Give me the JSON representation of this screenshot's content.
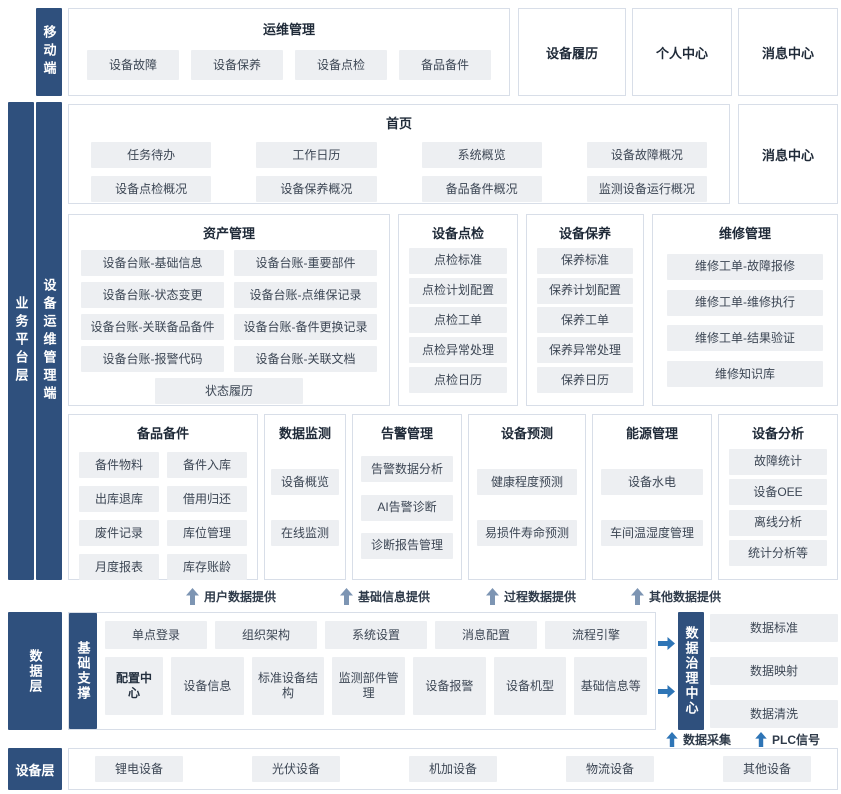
{
  "colors": {
    "navy": "#2f507d",
    "accent_blue": "#2e75b6",
    "flow_arrow": "#7d95b3",
    "button_bg": "#edeff2"
  },
  "side_labels": {
    "mobile": "移动端",
    "business_platform": "业务平台层",
    "ops_client": "设备运维管理端",
    "data_layer": "数据层",
    "base_support": "基础支撑",
    "data_governance": "数据治理中心",
    "device_layer": "设备层"
  },
  "mobile_section": {
    "ops_group_title": "运维管理",
    "ops_items": [
      "设备故障",
      "设备保养",
      "设备点检",
      "备品备件"
    ],
    "standalone": [
      "设备履历",
      "个人中心",
      "消息中心"
    ]
  },
  "home_section": {
    "title": "首页",
    "items": [
      "任务待办",
      "工作日历",
      "系统概览",
      "设备故障概况",
      "设备点检概况",
      "设备保养概况",
      "备品备件概况",
      "监测设备运行概况"
    ],
    "message_center": "消息中心"
  },
  "asset": {
    "title": "资产管理",
    "items": [
      "设备台账-基础信息",
      "设备台账-重要部件",
      "设备台账-状态变更",
      "设备台账-点维保记录",
      "设备台账-关联备品备件",
      "设备台账-备件更换记录",
      "设备台账-报警代码",
      "设备台账-关联文档"
    ],
    "footer": "状态履历"
  },
  "inspection": {
    "title": "设备点检",
    "items": [
      "点检标准",
      "点检计划配置",
      "点检工单",
      "点检异常处理",
      "点检日历"
    ]
  },
  "maintenance": {
    "title": "设备保养",
    "items": [
      "保养标准",
      "保养计划配置",
      "保养工单",
      "保养异常处理",
      "保养日历"
    ]
  },
  "repair": {
    "title": "维修管理",
    "items": [
      "维修工单-故障报修",
      "维修工单-维修执行",
      "维修工单-结果验证",
      "维修知识库"
    ]
  },
  "spares": {
    "title": "备品备件",
    "items": [
      "备件物料",
      "备件入库",
      "出库退库",
      "借用归还",
      "废件记录",
      "库位管理",
      "月度报表",
      "库存账龄"
    ]
  },
  "monitoring": {
    "title": "数据监测",
    "items": [
      "设备概览",
      "在线监测"
    ]
  },
  "alarm": {
    "title": "告警管理",
    "items": [
      "告警数据分析",
      "AI告警诊断",
      "诊断报告管理"
    ]
  },
  "prediction": {
    "title": "设备预测",
    "items": [
      "健康程度预测",
      "易损件寿命预测"
    ]
  },
  "energy": {
    "title": "能源管理",
    "items": [
      "设备水电",
      "车间温湿度管理"
    ]
  },
  "analysis": {
    "title": "设备分析",
    "items": [
      "故障统计",
      "设备OEE",
      "离线分析",
      "统计分析等"
    ]
  },
  "flow_labels": [
    "用户数据提供",
    "基础信息提供",
    "过程数据提供",
    "其他数据提供"
  ],
  "support_section": {
    "row1": [
      "单点登录",
      "组织架构",
      "系统设置",
      "消息配置",
      "流程引擎"
    ],
    "config_center": "配置中心",
    "row2": [
      "设备信息",
      "标准设备结构",
      "监测部件管理",
      "设备报警",
      "设备机型",
      "基础信息等"
    ]
  },
  "governance_items": [
    "数据标准",
    "数据映射",
    "数据清洗"
  ],
  "bottom_flows": [
    "数据采集",
    "PLC信号"
  ],
  "device_items": [
    "锂电设备",
    "光伏设备",
    "机加设备",
    "物流设备",
    "其他设备"
  ]
}
